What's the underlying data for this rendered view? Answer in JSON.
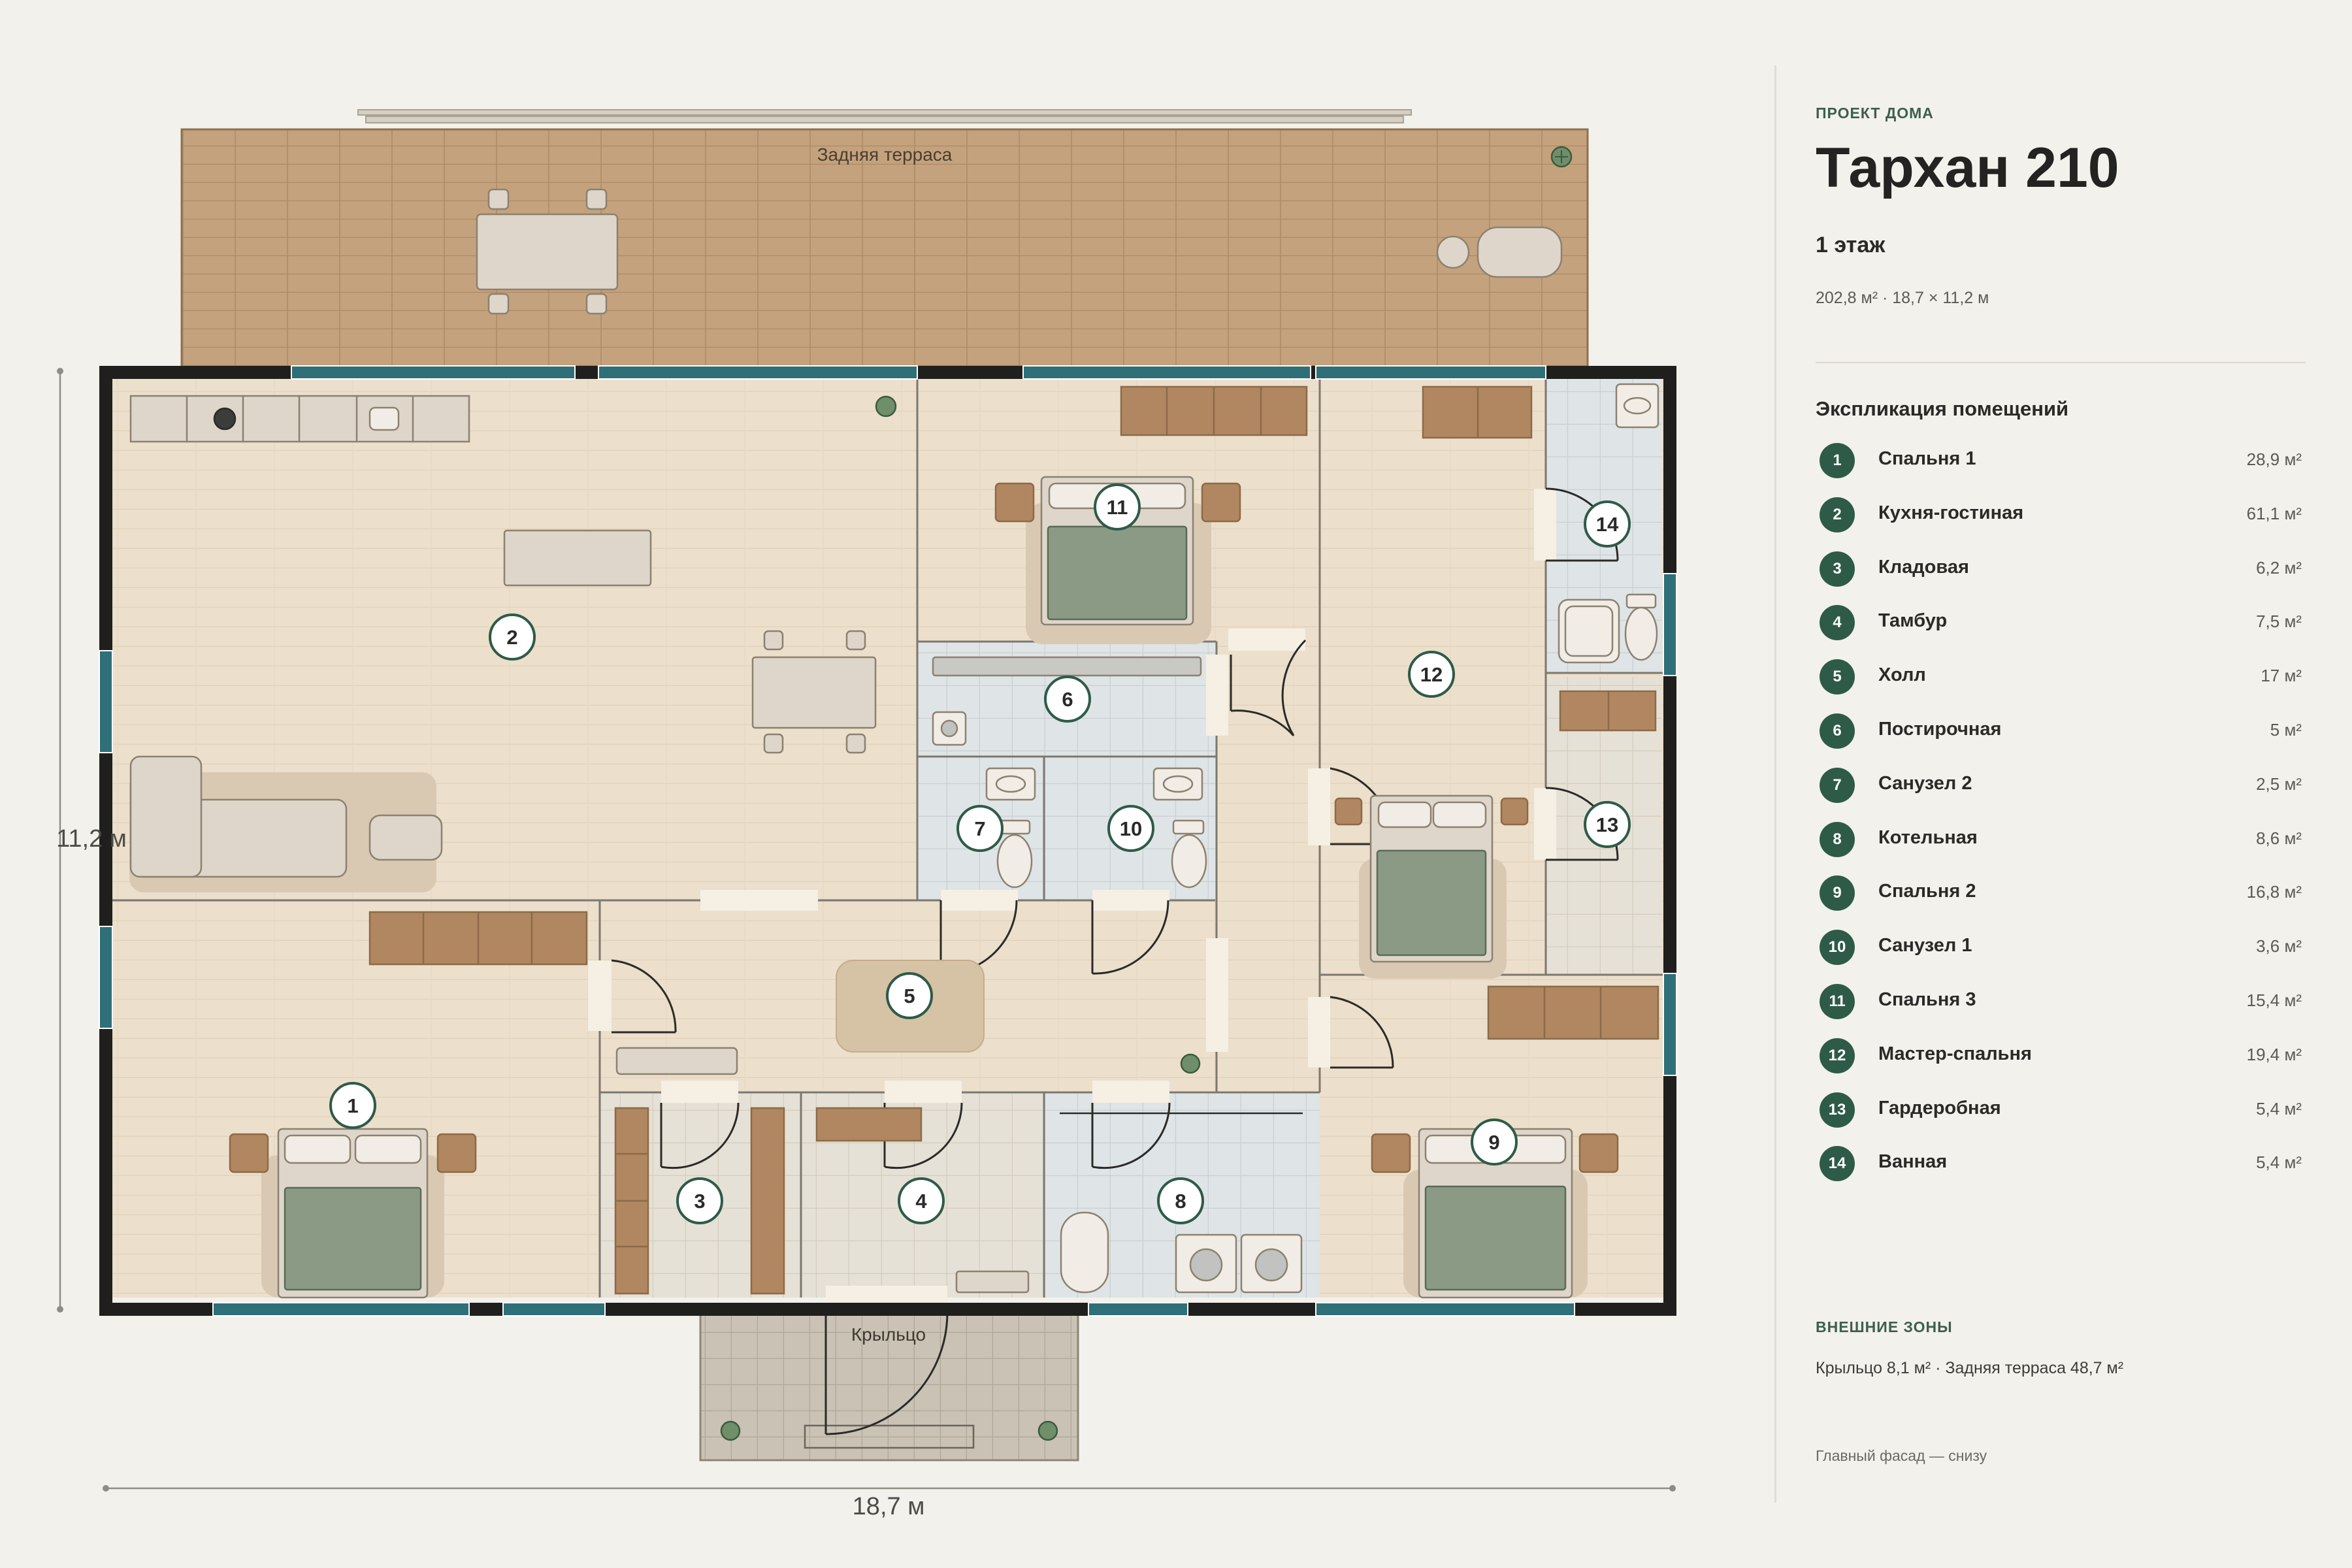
{
  "header": {
    "eyebrow": "ПРОЕКТ ДОМА",
    "title": "Тархан 210",
    "floor": "1 этаж",
    "meta": "202,8 м² · 18,7 × 11,2 м"
  },
  "legend": {
    "title": "Экспликация помещений",
    "rooms": [
      {
        "num": "1",
        "name": "Спальня 1",
        "area": "28,9 м²"
      },
      {
        "num": "2",
        "name": "Кухня-гостиная",
        "area": "61,1 м²"
      },
      {
        "num": "3",
        "name": "Кладовая",
        "area": "6,2 м²"
      },
      {
        "num": "4",
        "name": "Тамбур",
        "area": "7,5 м²"
      },
      {
        "num": "5",
        "name": "Холл",
        "area": "17 м²"
      },
      {
        "num": "6",
        "name": "Постирочная",
        "area": "5 м²"
      },
      {
        "num": "7",
        "name": "Санузел 2",
        "area": "2,5 м²"
      },
      {
        "num": "8",
        "name": "Котельная",
        "area": "8,6 м²"
      },
      {
        "num": "9",
        "name": "Спальня 2",
        "area": "16,8 м²"
      },
      {
        "num": "10",
        "name": "Санузел 1",
        "area": "3,6 м²"
      },
      {
        "num": "11",
        "name": "Спальня 3",
        "area": "15,4 м²"
      },
      {
        "num": "12",
        "name": "Мастер-спальня",
        "area": "19,4 м²"
      },
      {
        "num": "13",
        "name": "Гардеробная",
        "area": "5,4 м²"
      },
      {
        "num": "14",
        "name": "Ванная",
        "area": "5,4 м²"
      }
    ]
  },
  "external": {
    "title": "ВНЕШНИЕ ЗОНЫ",
    "text": "Крыльцо 8,1 м² · Задняя терраса 48,7 м²"
  },
  "facade_note": "Главный фасад — снизу",
  "plan": {
    "terrace_label": "Задняя терраса",
    "porch_label": "Крыльцо",
    "dim_width": "18,7 м",
    "dim_height": "11,2 м"
  },
  "colors": {
    "wall": "#1f1f1d",
    "window": "#2f6f78",
    "floor_wood": "#ecdfcb",
    "tile": "#dfe4e6",
    "terrace": "#c4a27d",
    "furniture": "#b08760",
    "bed_linen": "#8a9a84",
    "marker": "#2e5b48"
  }
}
